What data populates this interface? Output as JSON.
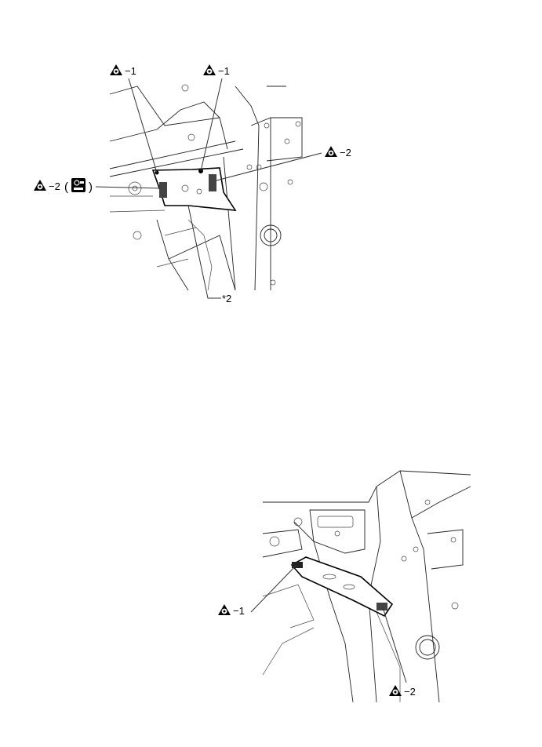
{
  "figure_1": {
    "callouts": [
      {
        "icon": "bolt-triangle-icon",
        "text": "−1"
      },
      {
        "icon": "bolt-triangle-icon",
        "text": "−1"
      },
      {
        "icon": "bolt-triangle-icon",
        "text": "−2"
      },
      {
        "icon": "bolt-triangle-icon",
        "text": "−2",
        "extra_icon": "tool-icon",
        "paren_open": "(",
        "paren_close": ")"
      },
      {
        "text": "*2"
      }
    ]
  },
  "figure_2": {
    "callouts": [
      {
        "icon": "bolt-triangle-icon",
        "text": "−1"
      },
      {
        "icon": "bolt-triangle-icon",
        "text": "−2"
      }
    ]
  }
}
